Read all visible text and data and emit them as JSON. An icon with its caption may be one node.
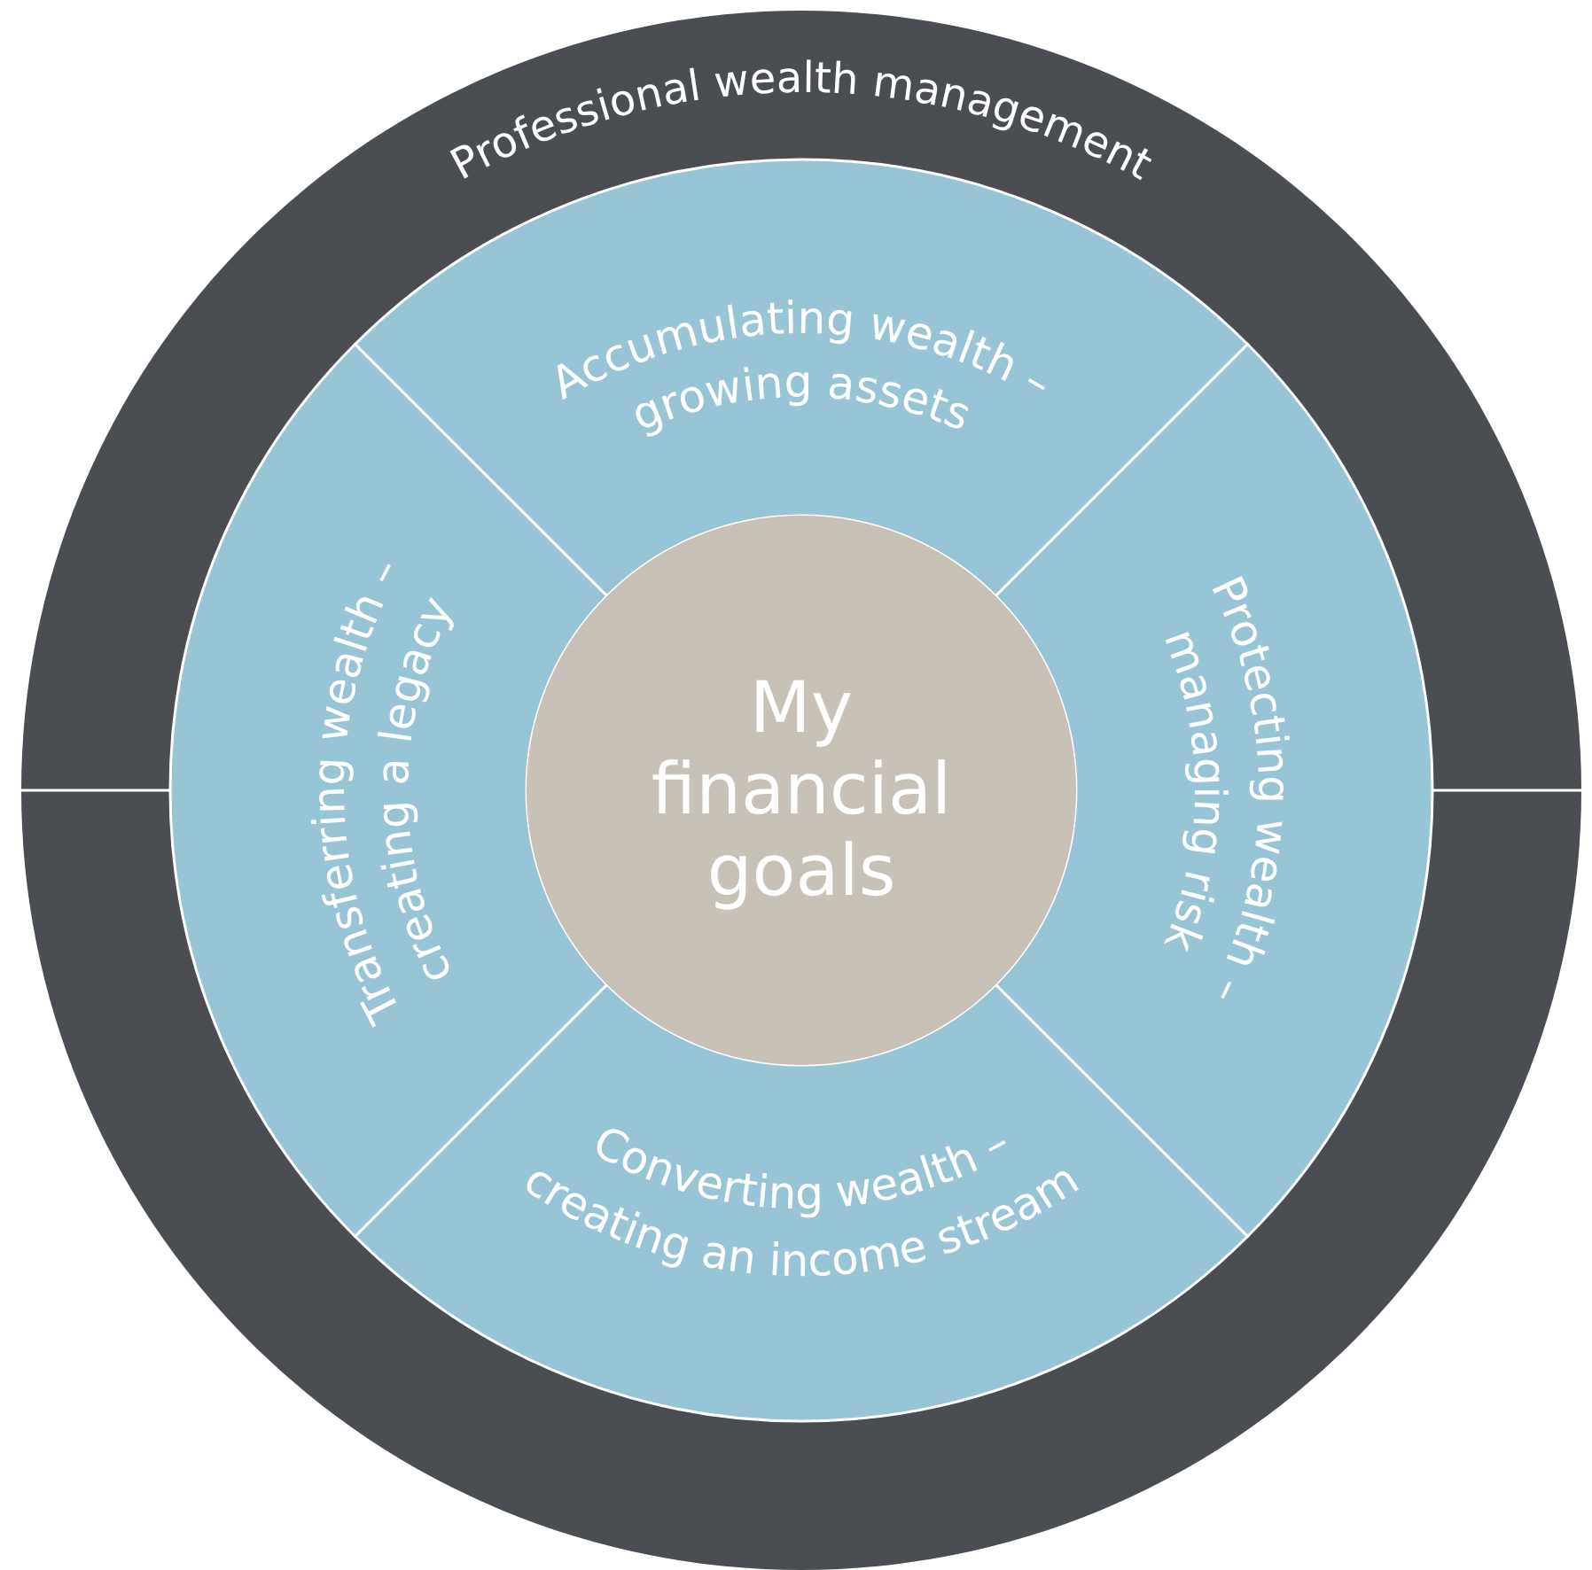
{
  "diagram": {
    "nodes": [
      {
        "text": [
          "Professional wealth management"
        ]
      },
      {
        "text": [
          "Accumulating wealth – growing assets"
        ],
        "in": 0
      },
      {
        "text": [
          "Protecting wealth – managing risk"
        ],
        "in": 0
      },
      {
        "text": [
          "Converting wealth – creating an income stream"
        ],
        "in": 0
      },
      {
        "text": [
          "Transferring wealth – creating a legacy"
        ],
        "in": 0
      },
      {
        "text": [
          "My financial goals"
        ],
        "in": 0
      }
    ]
  }
}
